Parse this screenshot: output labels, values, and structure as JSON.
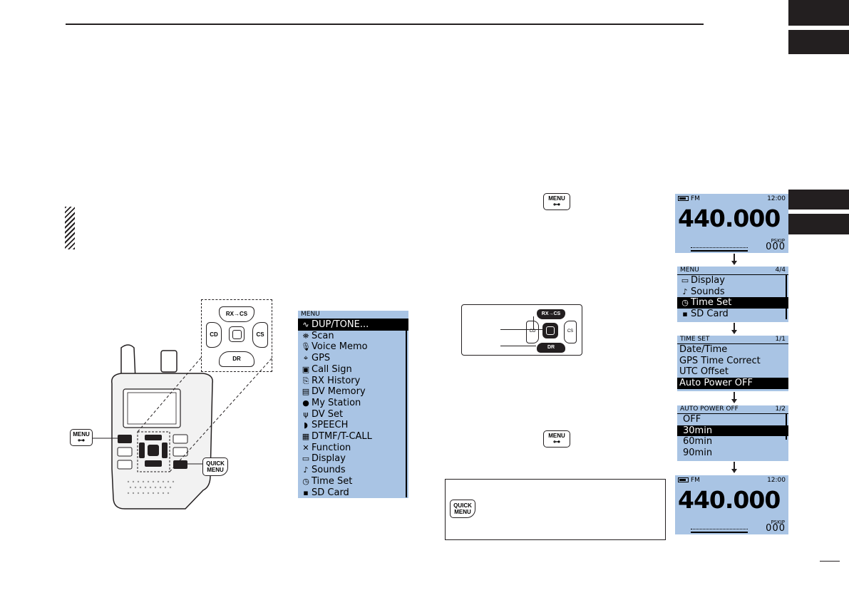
{
  "menu_keys": {
    "menu_line1": "MENU",
    "menu_line2": "⊶",
    "quick_line1": "QUICK",
    "quick_line2": "MENU"
  },
  "dpad": {
    "up": "RX→CS",
    "left": "CD",
    "right": "CS",
    "down": "DR"
  },
  "menu_list": {
    "header": "MENU",
    "items": [
      {
        "icon": "∿",
        "label": "DUP/TONE..."
      },
      {
        "icon": "⛯",
        "label": "Scan"
      },
      {
        "icon": "🎙",
        "label": "Voice Memo"
      },
      {
        "icon": "⌖",
        "label": "GPS"
      },
      {
        "icon": "▣",
        "label": "Call Sign"
      },
      {
        "icon": "⎘",
        "label": "RX History"
      },
      {
        "icon": "▤",
        "label": "DV Memory"
      },
      {
        "icon": "●",
        "label": "My Station"
      },
      {
        "icon": "ψ",
        "label": "DV Set"
      },
      {
        "icon": "◗",
        "label": "SPEECH"
      },
      {
        "icon": "▦",
        "label": "DTMF/T-CALL"
      },
      {
        "icon": "✕",
        "label": "Function"
      },
      {
        "icon": "▭",
        "label": "Display"
      },
      {
        "icon": "♪",
        "label": "Sounds"
      },
      {
        "icon": "◷",
        "label": "Time Set"
      },
      {
        "icon": "▪",
        "label": "SD Card"
      }
    ]
  },
  "freq_screen": {
    "mode": "FM",
    "time": "12:00",
    "freq": "440.000",
    "pskip": "PSKIP",
    "channel": "000"
  },
  "menu_screen": {
    "header": "MENU",
    "page": "4/4",
    "items": [
      {
        "icon": "▭",
        "label": "Display"
      },
      {
        "icon": "♪",
        "label": "Sounds"
      },
      {
        "icon": "◷",
        "label": "Time Set"
      },
      {
        "icon": "▪",
        "label": "SD Card"
      }
    ]
  },
  "timeset_screen": {
    "header": "TIME SET",
    "page": "1/1",
    "items": [
      "Date/Time",
      "GPS Time Correct",
      "UTC Offset",
      "Auto Power OFF"
    ]
  },
  "autopower_screen": {
    "header": "AUTO POWER OFF",
    "page": "1/2",
    "items": [
      "OFF",
      "30min",
      "60min",
      "90min"
    ]
  }
}
